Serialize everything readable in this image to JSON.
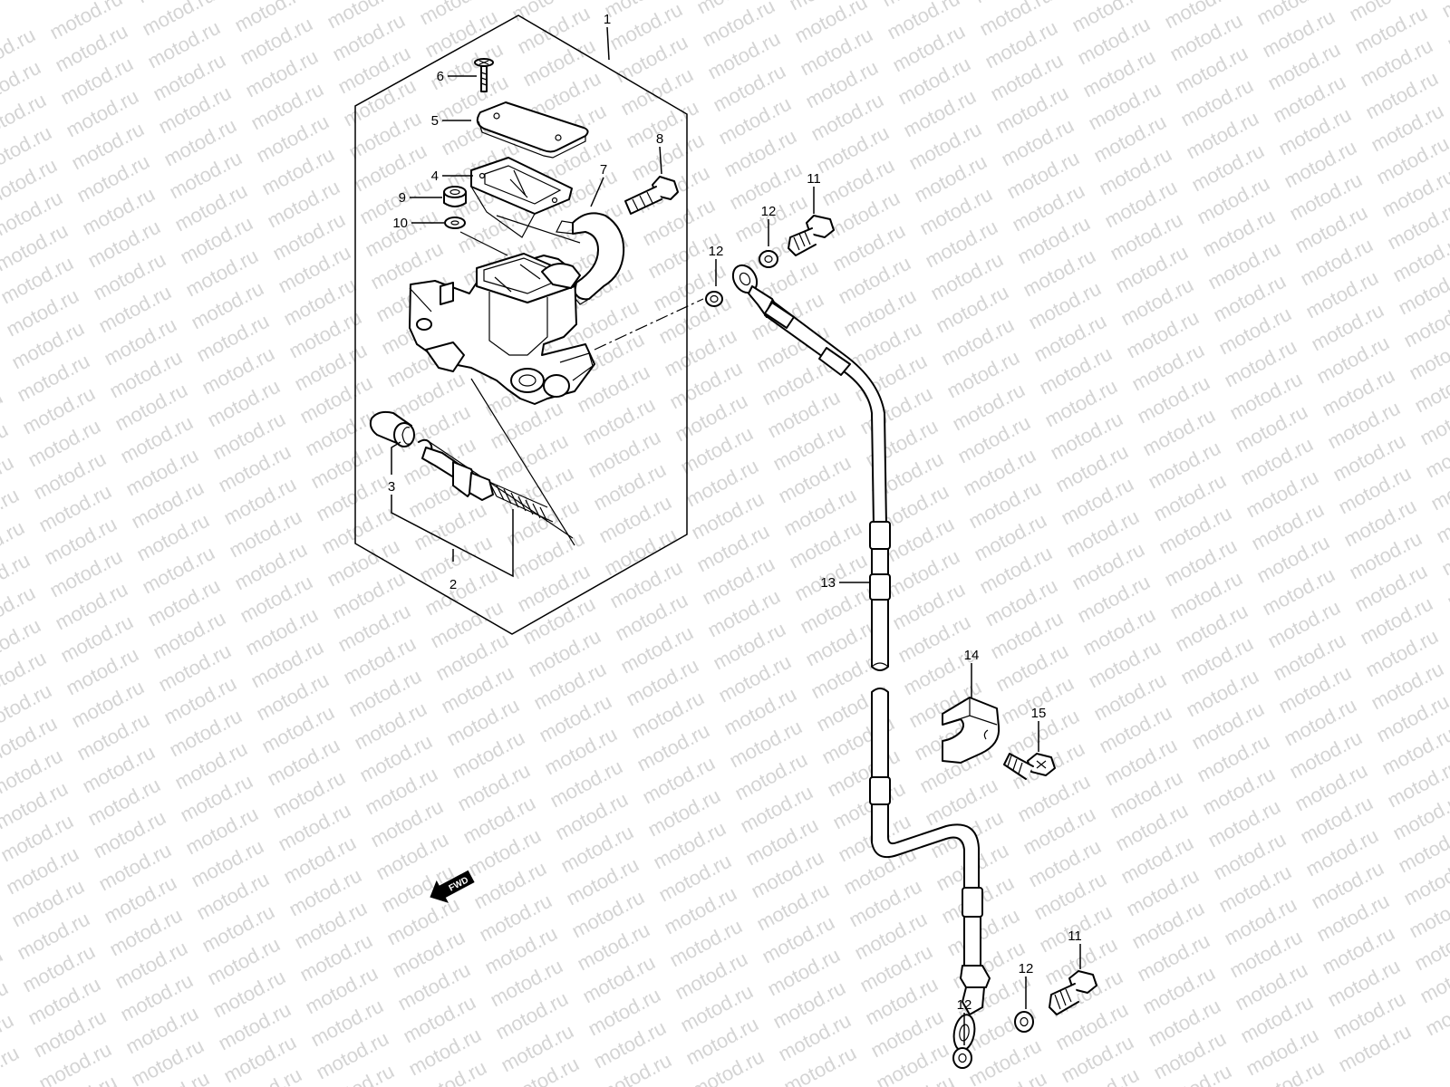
{
  "watermark": {
    "text": "motod.ru",
    "color": "#d4d4d4"
  },
  "fwd_label": "FWD",
  "callouts": [
    {
      "id": "c1",
      "label": "1"
    },
    {
      "id": "c2",
      "label": "2"
    },
    {
      "id": "c3",
      "label": "3"
    },
    {
      "id": "c4",
      "label": "4"
    },
    {
      "id": "c5",
      "label": "5"
    },
    {
      "id": "c6",
      "label": "6"
    },
    {
      "id": "c7",
      "label": "7"
    },
    {
      "id": "c8",
      "label": "8"
    },
    {
      "id": "c9",
      "label": "9"
    },
    {
      "id": "c10",
      "label": "10"
    },
    {
      "id": "c11a",
      "label": "11"
    },
    {
      "id": "c11b",
      "label": "11"
    },
    {
      "id": "c12a",
      "label": "12"
    },
    {
      "id": "c12b",
      "label": "12"
    },
    {
      "id": "c12c",
      "label": "12"
    },
    {
      "id": "c12d",
      "label": "12"
    },
    {
      "id": "c13",
      "label": "13"
    },
    {
      "id": "c14",
      "label": "14"
    },
    {
      "id": "c15",
      "label": "15"
    }
  ]
}
